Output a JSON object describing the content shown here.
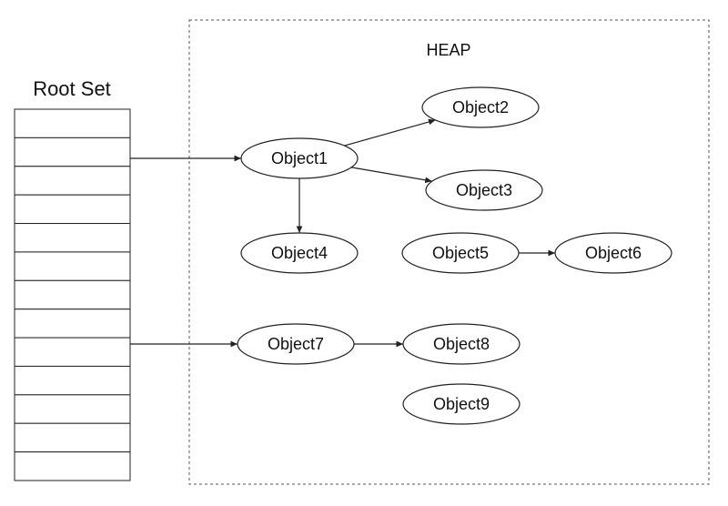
{
  "root_set": {
    "title": "Root Set",
    "slot_count": 13
  },
  "heap": {
    "title": "HEAP"
  },
  "objects": [
    {
      "id": "obj1",
      "label": "Object1"
    },
    {
      "id": "obj2",
      "label": "Object2"
    },
    {
      "id": "obj3",
      "label": "Object3"
    },
    {
      "id": "obj4",
      "label": "Object4"
    },
    {
      "id": "obj5",
      "label": "Object5"
    },
    {
      "id": "obj6",
      "label": "Object6"
    },
    {
      "id": "obj7",
      "label": "Object7"
    },
    {
      "id": "obj8",
      "label": "Object8"
    },
    {
      "id": "obj9",
      "label": "Object9"
    }
  ],
  "references": [
    {
      "from": "root-slot-2",
      "to": "obj1"
    },
    {
      "from": "obj1",
      "to": "obj2"
    },
    {
      "from": "obj1",
      "to": "obj3"
    },
    {
      "from": "obj1",
      "to": "obj4"
    },
    {
      "from": "obj5",
      "to": "obj6"
    },
    {
      "from": "root-slot-8",
      "to": "obj7"
    },
    {
      "from": "obj7",
      "to": "obj8"
    }
  ]
}
